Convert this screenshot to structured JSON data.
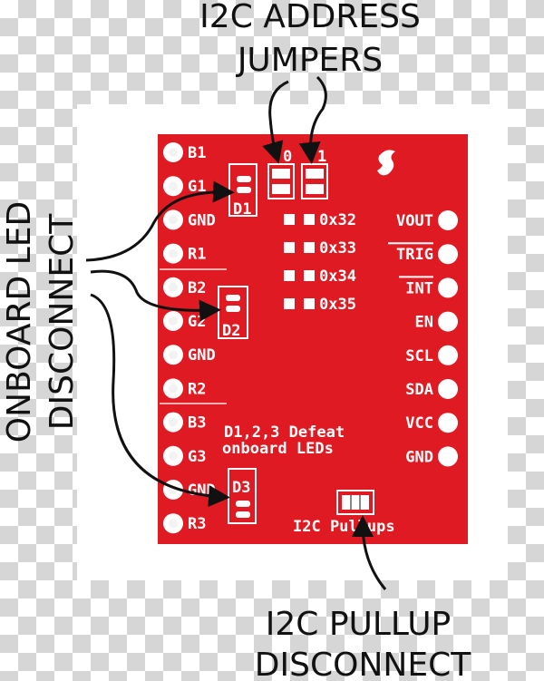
{
  "annotations": {
    "address_jumpers": [
      "I2C ADDRESS",
      "JUMPERS"
    ],
    "led_disconnect": [
      "ONBOARD LED",
      "DISCONNECT"
    ],
    "pullup_disconnect": [
      "I2C PULLUP",
      "DISCONNECT"
    ]
  },
  "board": {
    "color": "#e01a22",
    "left_pins": [
      "B1",
      "G1",
      "GND",
      "R1",
      "B2",
      "G2",
      "GND",
      "R2",
      "B3",
      "G3",
      "GND",
      "R3"
    ],
    "right_pins": [
      "VOUT",
      "TRIG",
      "INT",
      "EN",
      "SCL",
      "SDA",
      "VCC",
      "GND"
    ],
    "jumper_labels": [
      "0",
      "1"
    ],
    "addresses": [
      "0x32",
      "0x33",
      "0x34",
      "0x35"
    ],
    "led_jumpers": [
      "D1",
      "D2",
      "D3"
    ],
    "note": [
      "D1,2,3 Defeat",
      "onboard LEDs"
    ],
    "pullup_label": "I2C Pullups"
  }
}
